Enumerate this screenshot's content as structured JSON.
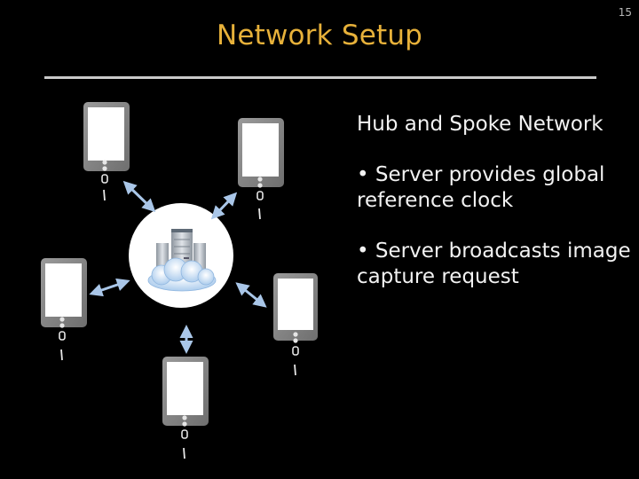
{
  "slide": {
    "number": "15",
    "title": "Network Setup"
  },
  "content": {
    "heading": "Hub and Spoke Network",
    "bullets": [
      "• Server provides global reference clock",
      "• Server broadcasts image capture request"
    ]
  },
  "diagram": {
    "hub": {
      "icon": "server-cloud-icon"
    },
    "spokes": [
      {
        "icon": "smartphone-icon"
      },
      {
        "icon": "smartphone-icon"
      },
      {
        "icon": "smartphone-icon"
      },
      {
        "icon": "smartphone-icon"
      },
      {
        "icon": "smartphone-icon"
      }
    ],
    "colors": {
      "title": "#e7b13a",
      "arrow": "#a9c6e8",
      "hub_circle": "#ffffff"
    }
  }
}
